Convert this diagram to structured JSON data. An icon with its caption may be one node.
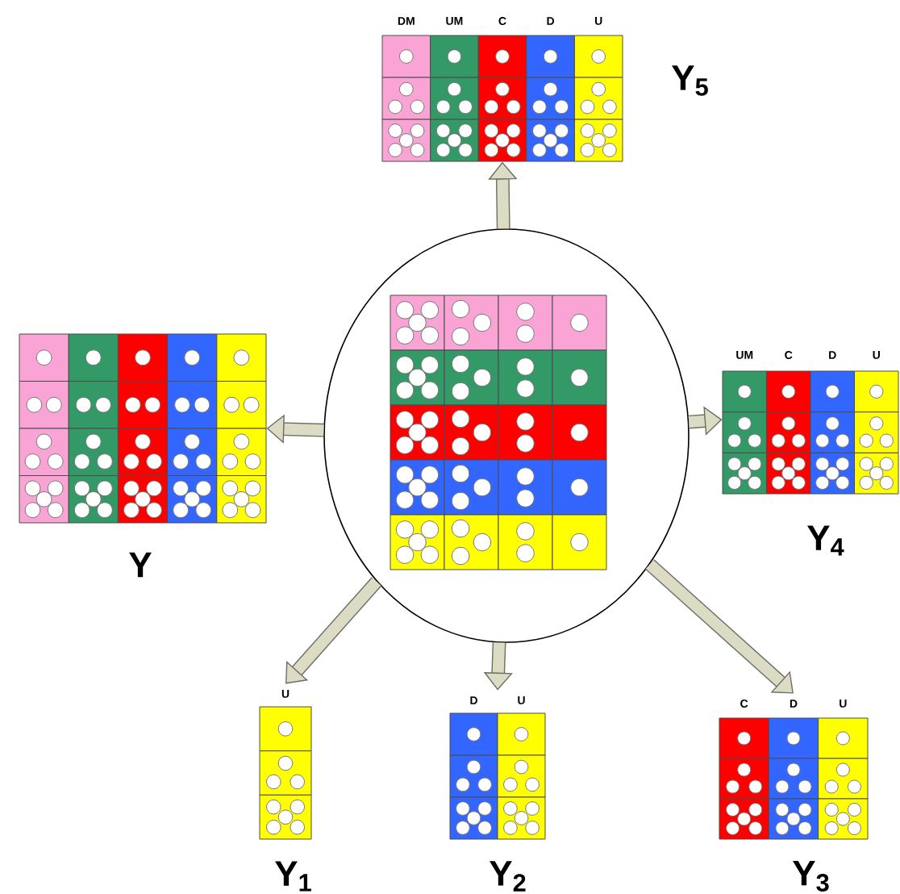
{
  "diagram": {
    "nodes": [
      {
        "text": [
          "DM",
          "UM",
          "C",
          "D",
          "U"
        ],
        "beside": [
          "Y$_{5}$"
        ]
      },
      {
        "text": [],
        "shape": "circle"
      },
      {
        "text": [],
        "shape": "picture",
        "in": 1
      },
      {
        "text": [],
        "shape": "picture",
        "beside": [
          "Y"
        ]
      },
      {
        "text": [
          "UM",
          "C",
          "D",
          "U"
        ],
        "beside": [
          "Y$_{4}$"
        ]
      },
      {
        "text": [
          "U"
        ],
        "beside": [
          "Y$_{1}$"
        ]
      },
      {
        "text": [
          "D",
          "U"
        ],
        "beside": [
          "Y$_{2}$"
        ]
      },
      {
        "text": [
          "C",
          "D",
          "U"
        ],
        "beside": [
          "Y$_{3}$"
        ]
      }
    ],
    "edges": [
      {
        "from": 1,
        "to": 0,
        "arrow": "to"
      },
      {
        "from": 1,
        "to": 4,
        "arrow": "to"
      },
      {
        "from": 1,
        "to": 3,
        "arrow": "to"
      },
      {
        "from": 1,
        "to": 5,
        "arrow": "to"
      },
      {
        "from": 1,
        "to": 6,
        "arrow": "to"
      },
      {
        "from": 1,
        "to": 7,
        "arrow": "to"
      }
    ]
  }
}
